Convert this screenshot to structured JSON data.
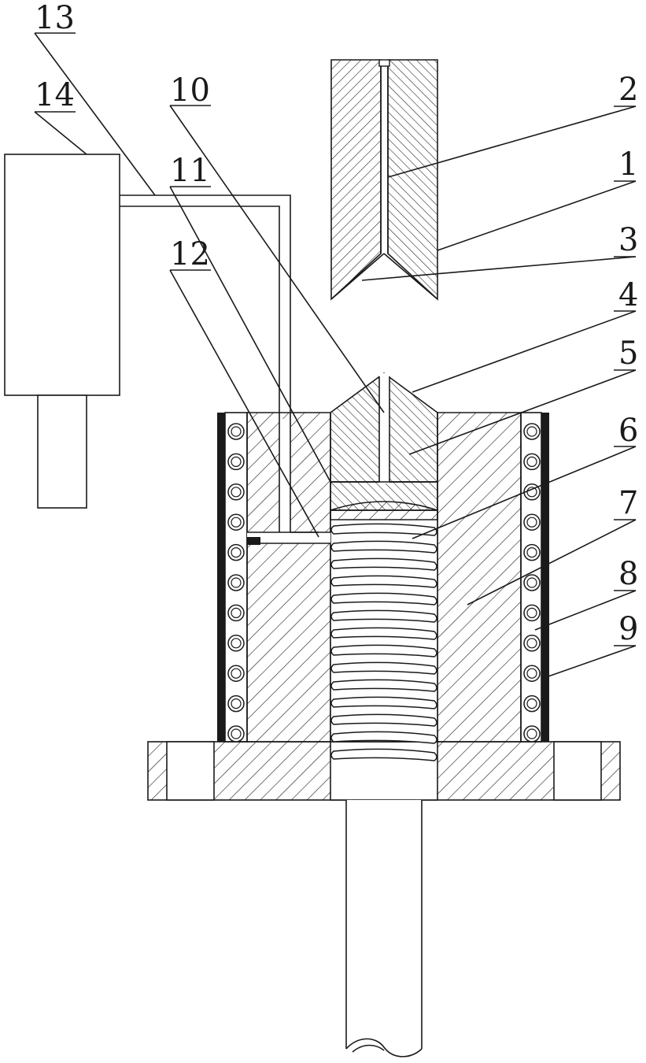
{
  "labels": {
    "l1": "1",
    "l2": "2",
    "l3": "3",
    "l4": "4",
    "l5": "5",
    "l6": "6",
    "l7": "7",
    "l8": "8",
    "l9": "9",
    "l10": "10",
    "l11": "11",
    "l12": "12",
    "l13": "13",
    "l14": "14"
  },
  "colors": {
    "ink": "#1a1a1a",
    "background": "#ffffff"
  }
}
